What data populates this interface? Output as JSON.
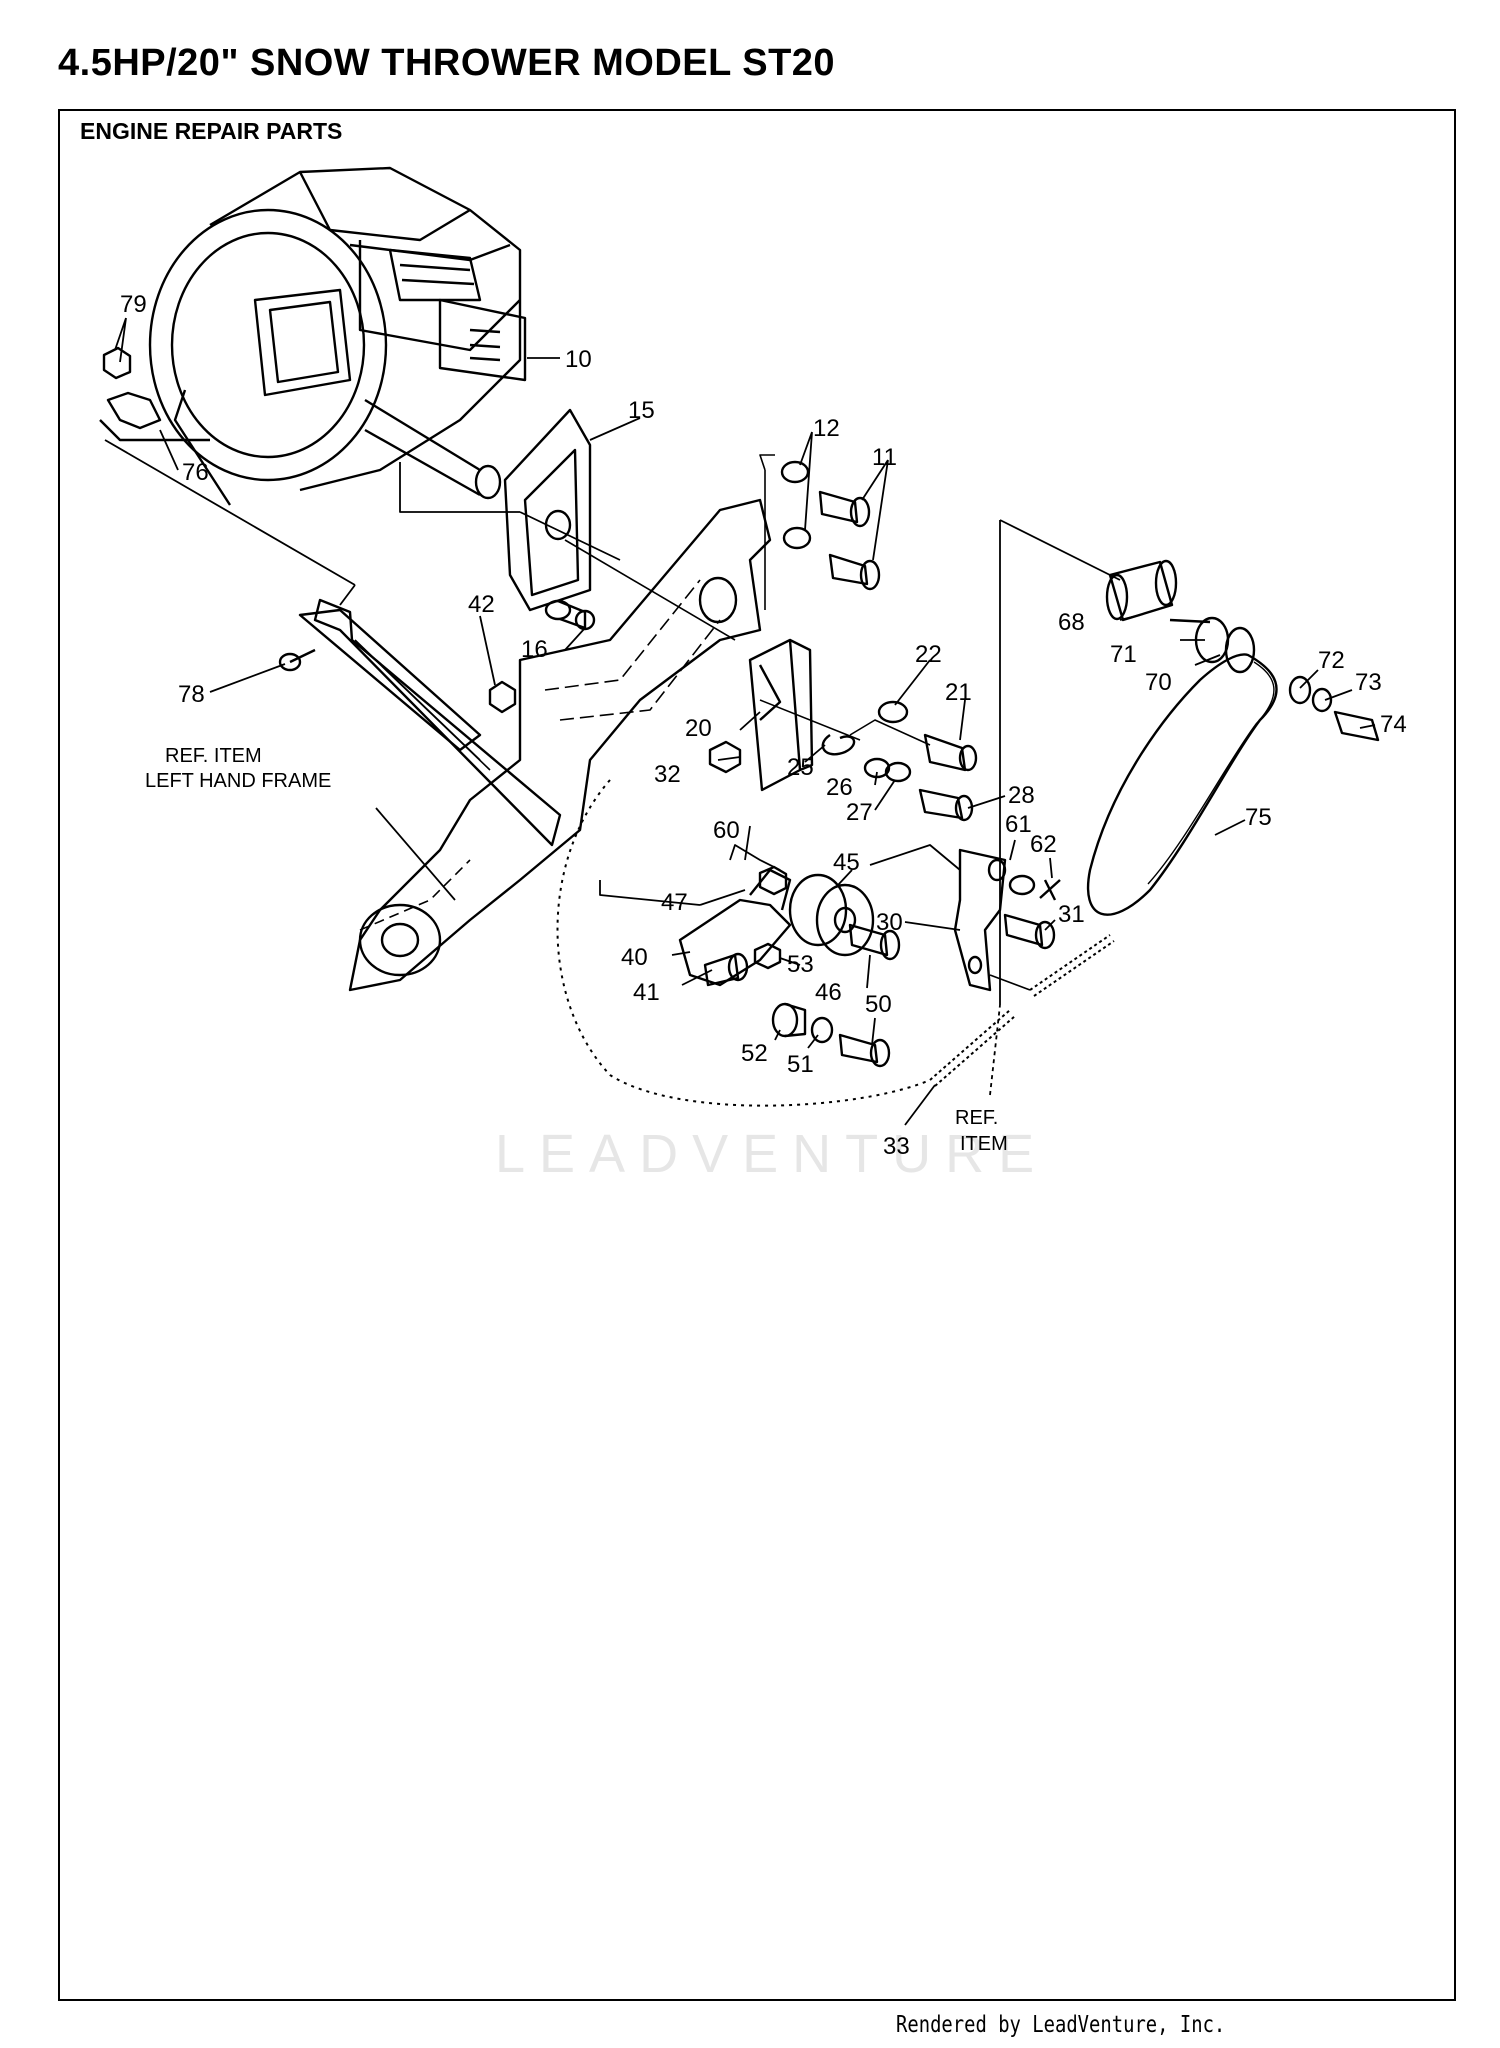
{
  "page": {
    "title": "4.5HP/20\" SNOW THROWER MODEL ST20",
    "section_title": "ENGINE REPAIR PARTS",
    "footer": "Rendered by LeadVenture, Inc.",
    "watermark": "LEADVENTURE"
  },
  "callouts": {
    "p10": "10",
    "p11": "11",
    "p12": "12",
    "p15": "15",
    "p16": "16",
    "p20": "20",
    "p21": "21",
    "p22": "22",
    "p25": "25",
    "p26": "26",
    "p27": "27",
    "p28": "28",
    "p30": "30",
    "p31": "31",
    "p32": "32",
    "p33": "33",
    "p40": "40",
    "p41": "41",
    "p42": "42",
    "p45": "45",
    "p46": "46",
    "p47": "47",
    "p50": "50",
    "p51": "51",
    "p52": "52",
    "p53": "53",
    "p60": "60",
    "p61": "61",
    "p62": "62",
    "p68": "68",
    "p70": "70",
    "p71": "71",
    "p72": "72",
    "p73": "73",
    "p74": "74",
    "p75": "75",
    "p76": "76",
    "p78": "78",
    "p79": "79"
  },
  "ref_labels": {
    "left_frame_line1": "REF. ITEM",
    "left_frame_line2": "LEFT HAND FRAME",
    "spring_ref_line1": "REF.",
    "spring_ref_line2": "ITEM"
  }
}
